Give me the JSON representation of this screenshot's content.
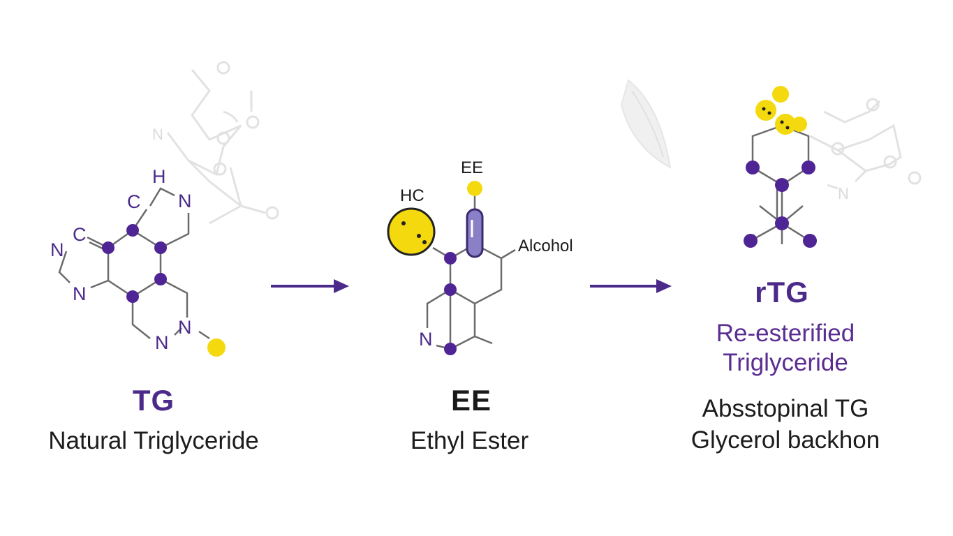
{
  "colors": {
    "accent": "#4b2a8a",
    "atom": "#4f2494",
    "highlight": "#f5d90f",
    "bond": "#6b6b6b",
    "text": "#1c1c1c"
  },
  "tg": {
    "abbr": "TG",
    "name": "Natural Triglyceride",
    "atoms": {
      "h": "H",
      "c1": "C",
      "n1": "N",
      "n2": "C",
      "n3": "N",
      "n4": "N",
      "n5": "N",
      "n6": "N"
    }
  },
  "ee": {
    "abbr": "EE",
    "name": "Ethyl Ester",
    "atoms": {
      "hc": "HC",
      "ee": "EE",
      "alcohol": "Alcohol",
      "n": "N"
    }
  },
  "rtg": {
    "abbr": "rTG",
    "sub1": "Re-esterified",
    "sub2": "Triglyceride",
    "name1": "Absstopinal TG",
    "name2": "Glycerol backhon"
  },
  "arrows": {
    "first": "arrow-right-icon",
    "second": "arrow-right-icon"
  }
}
